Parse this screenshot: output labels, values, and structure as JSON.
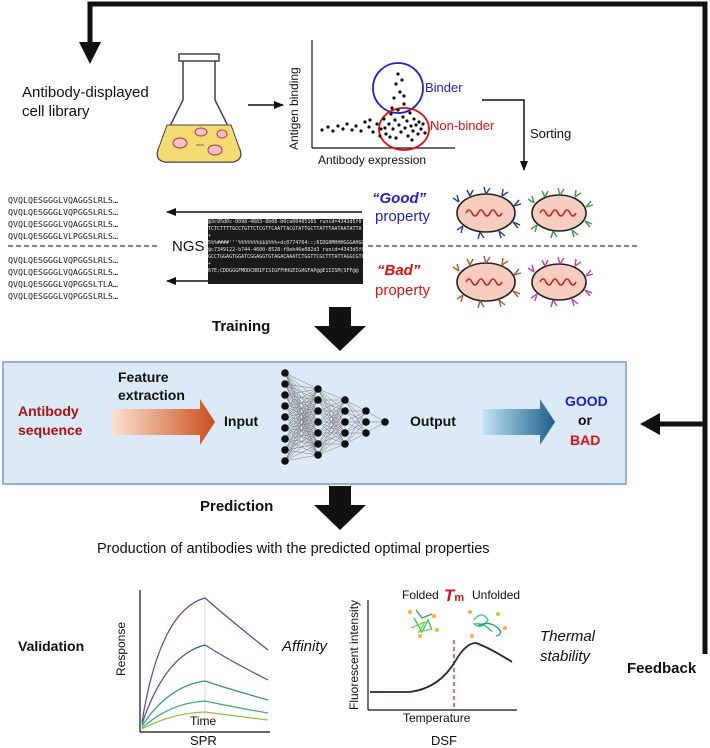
{
  "top": {
    "library_label_line1": "Antibody-displayed",
    "library_label_line2": "cell library",
    "scatter_ylabel": "Antigen binding",
    "scatter_xlabel": "Antibody expression",
    "binder_label": "Binder",
    "nonbinder_label": "Non-binder",
    "sorting_label": "Sorting"
  },
  "sequences": {
    "good": [
      "QVQLQESGGGLVQAGGSLRLS…",
      "QVQLQESGGGLVQPGGSLRLS…",
      "QVQLQESGGGLVQAGGSLRLS…",
      "QVQLQESGGGLVLPGGSLRLS…"
    ],
    "bad": [
      "QVQLQESGGGLVQPGGSLRLS…",
      "QVQLQESGGGLVQAGGSLRLS…",
      "QVQLQESGGGLVQPGGSLTLA…",
      "QVQLQESGGGLVQPGGSLRLS…"
    ]
  },
  "ngs": {
    "label": "NGS",
    "reads": [
      "@3c95d0c-0098-4683-8b08-b0ca0040516S runid=4343d5f0",
      "TCTCTTTTGCCTGTTCTCGTTCAATTACGTATTGCTTATTTAATAATATTA",
      "+",
      "5%%####'''%%%%%%%$$$%%%+dc0774704::;6IDG0MHHHGGGAHGDHAIDUA",
      "@c7349122-b744-4600-8528-f0eb46e082d3 runid=4343d5f0",
      "GCCTGGAGTGGATCGGAGGTGTAGACAAATCTGGTTCGCTTTATTAGGCGTC",
      "+",
      "67E;CDDGGGFMDDCBBIFISIGFFHHGEIGHGFAP@@E1IISM(SFF@@"
    ]
  },
  "properties": {
    "good_line1": "“Good”",
    "good_line2": "property",
    "bad_line1": "“Bad”",
    "bad_line2": "property"
  },
  "steps": {
    "training": "Training",
    "prediction": "Prediction",
    "production": "Production of antibodies with the predicted optimal properties",
    "feedback": "Feedback"
  },
  "model": {
    "feature_line1": "Feature",
    "feature_line2": "extraction",
    "seq_line1": "Antibody",
    "seq_line2": "sequence",
    "input": "Input",
    "output": "Output",
    "good": "GOOD",
    "or": "or",
    "bad": "BAD"
  },
  "validation": {
    "label": "Validation",
    "spr_ylabel": "Response",
    "spr_xlabel": "Time",
    "spr_name": "SPR",
    "affinity": "Affinity",
    "dsf_ylabel": "Fluorescent intensity",
    "dsf_xlabel": "Temperature",
    "dsf_name": "DSF",
    "folded": "Folded",
    "unfolded": "Unfolded",
    "tm_main": "T",
    "tm_sub": "m",
    "thermal_line1": "Thermal",
    "thermal_line2": "stability"
  },
  "colors": {
    "blue": "#1f1fd0",
    "red": "#e01010",
    "dark_red": "#b01010",
    "panel_bg": "#dce9f7",
    "panel_border": "#8fb4dc"
  }
}
